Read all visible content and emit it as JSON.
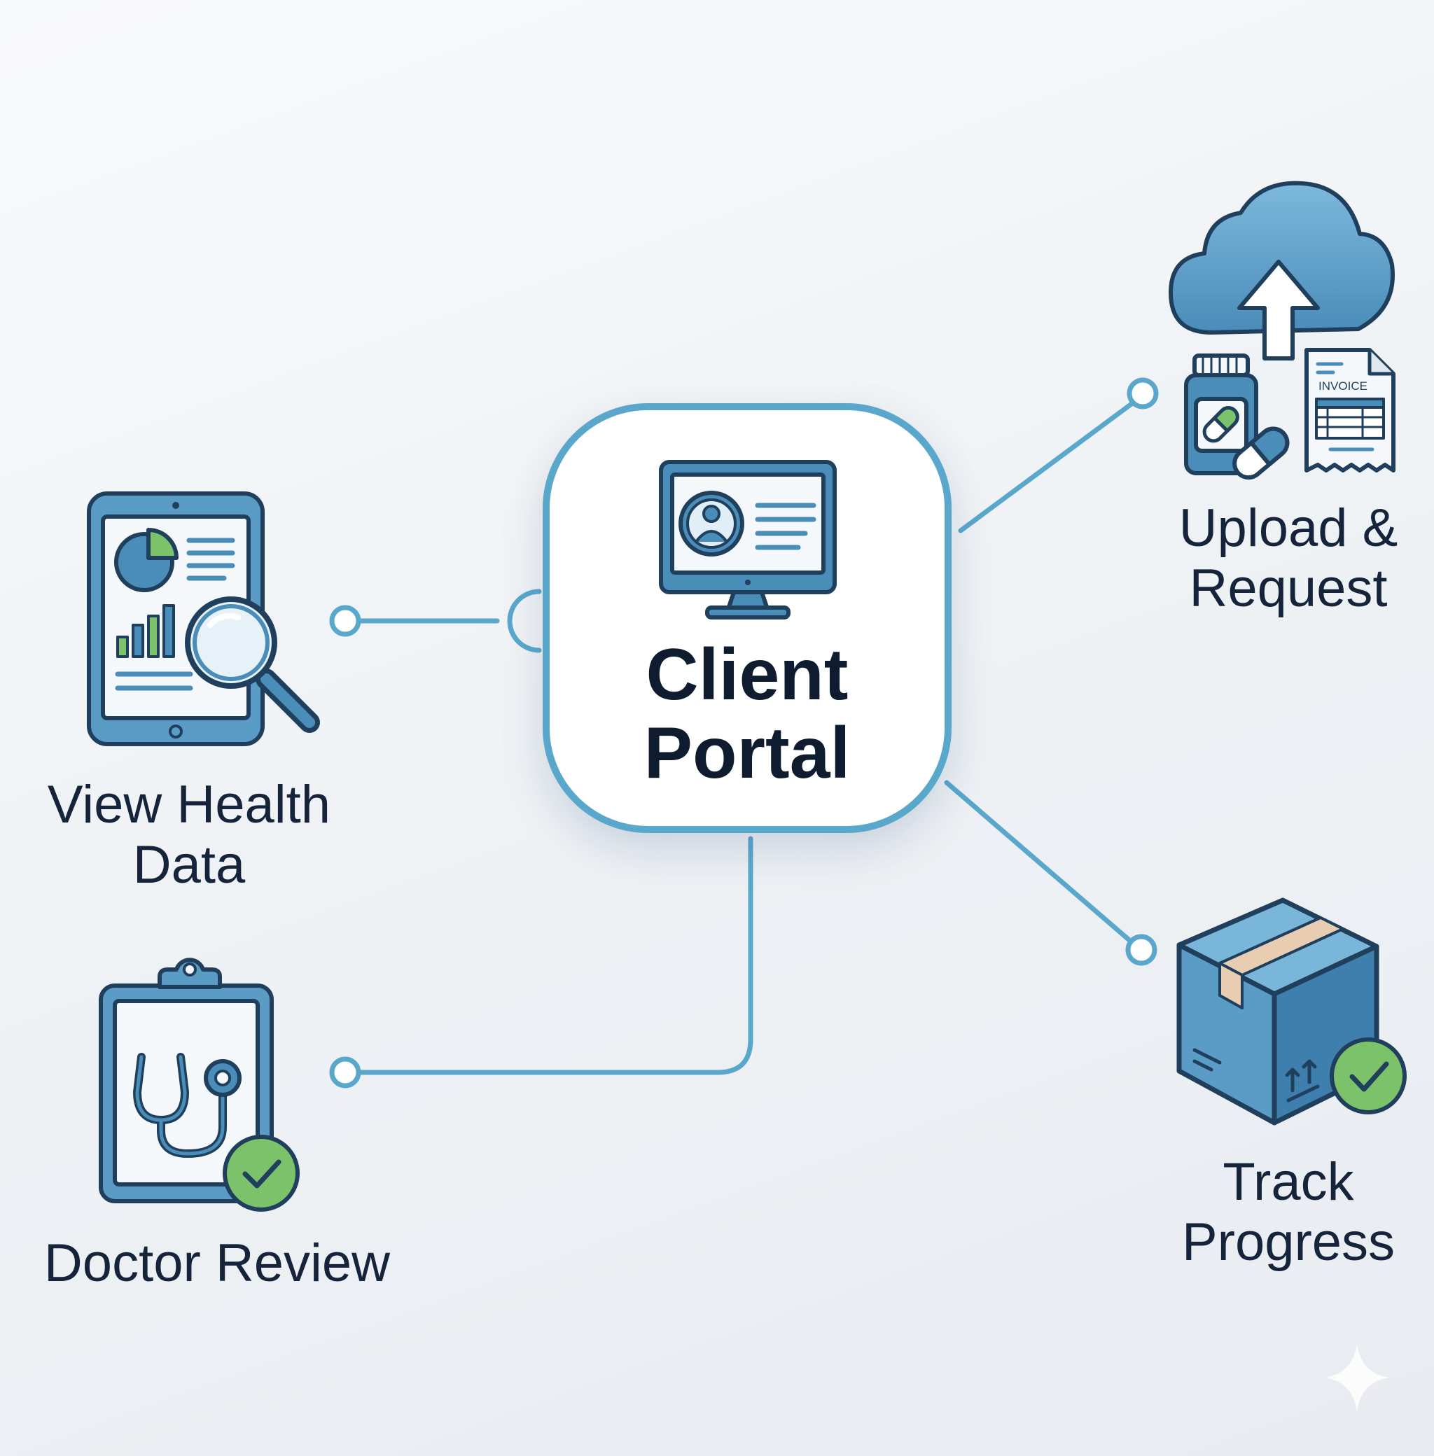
{
  "hub": {
    "title_line1": "Client",
    "title_line2": "Portal"
  },
  "nodes": {
    "view_health": {
      "line1": "View Health",
      "line2": "Data"
    },
    "doctor_review": {
      "line1": "Doctor Review"
    },
    "upload_request": {
      "line1": "Upload &",
      "line2": "Request"
    },
    "track_progress": {
      "line1": "Track",
      "line2": "Progress"
    }
  },
  "invoice_text": "INVOICE",
  "icons": {
    "hub": "monitor-user-icon",
    "view_health": "tablet-report-magnifier-icon",
    "doctor_review": "clipboard-stethoscope-check-icon",
    "upload_request": "cloud-upload-pills-invoice-icon",
    "track_progress": "package-check-icon"
  },
  "colors": {
    "line": "#5aa7cc",
    "icon_fill": "#4a8db8",
    "icon_stroke": "#1f3f5c",
    "accent_green": "#7cc26a",
    "text": "#15243a"
  }
}
